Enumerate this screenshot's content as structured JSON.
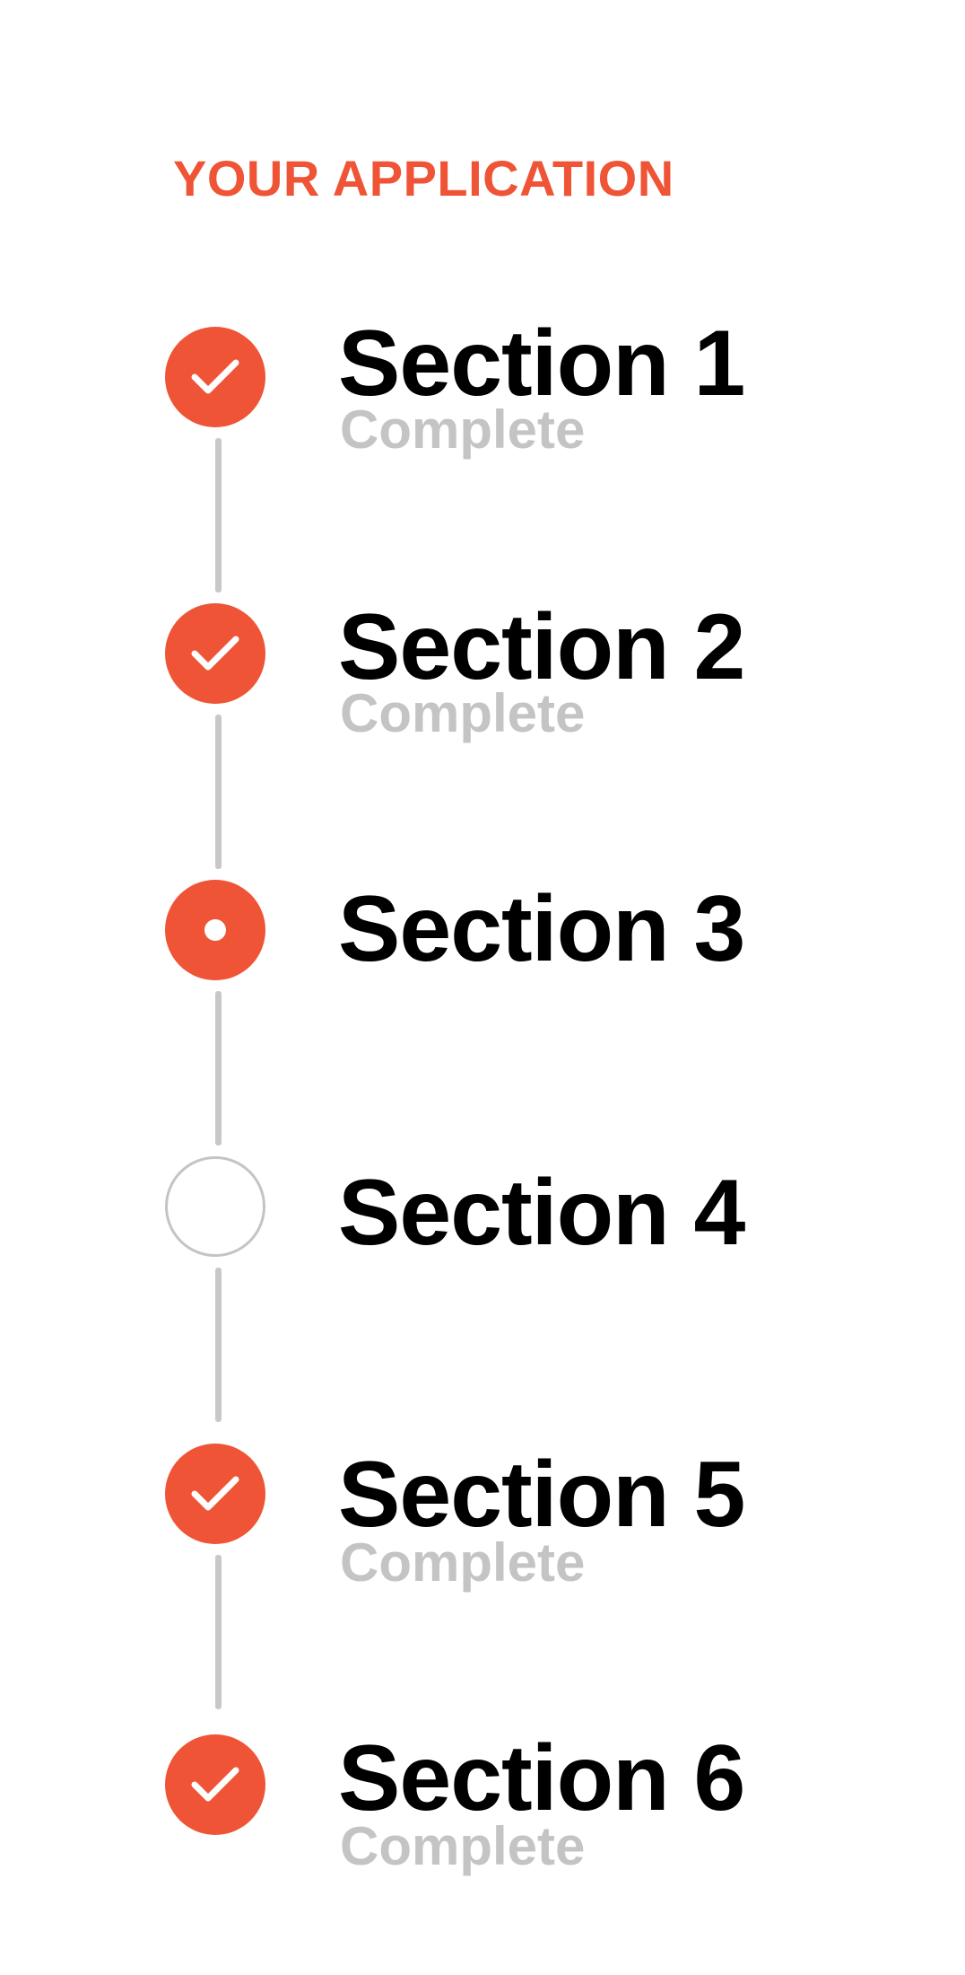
{
  "header": {
    "title": "YOUR APPLICATION"
  },
  "colors": {
    "accent": "#EE5435",
    "connector": "#C8C8C8",
    "muted_text": "#C4C4C4",
    "title_text": "#000000"
  },
  "steps": [
    {
      "title": "Section 1",
      "status": "Complete",
      "state": "complete",
      "icon": "check-icon"
    },
    {
      "title": "Section 2",
      "status": "Complete",
      "state": "complete",
      "icon": "check-icon"
    },
    {
      "title": "Section 3",
      "status": "",
      "state": "current",
      "icon": "dot-icon"
    },
    {
      "title": "Section 4",
      "status": "",
      "state": "upcoming",
      "icon": "empty-circle-icon"
    },
    {
      "title": "Section 5",
      "status": "Complete",
      "state": "complete",
      "icon": "check-icon"
    },
    {
      "title": "Section 6",
      "status": "Complete",
      "state": "complete",
      "icon": "check-icon"
    }
  ]
}
